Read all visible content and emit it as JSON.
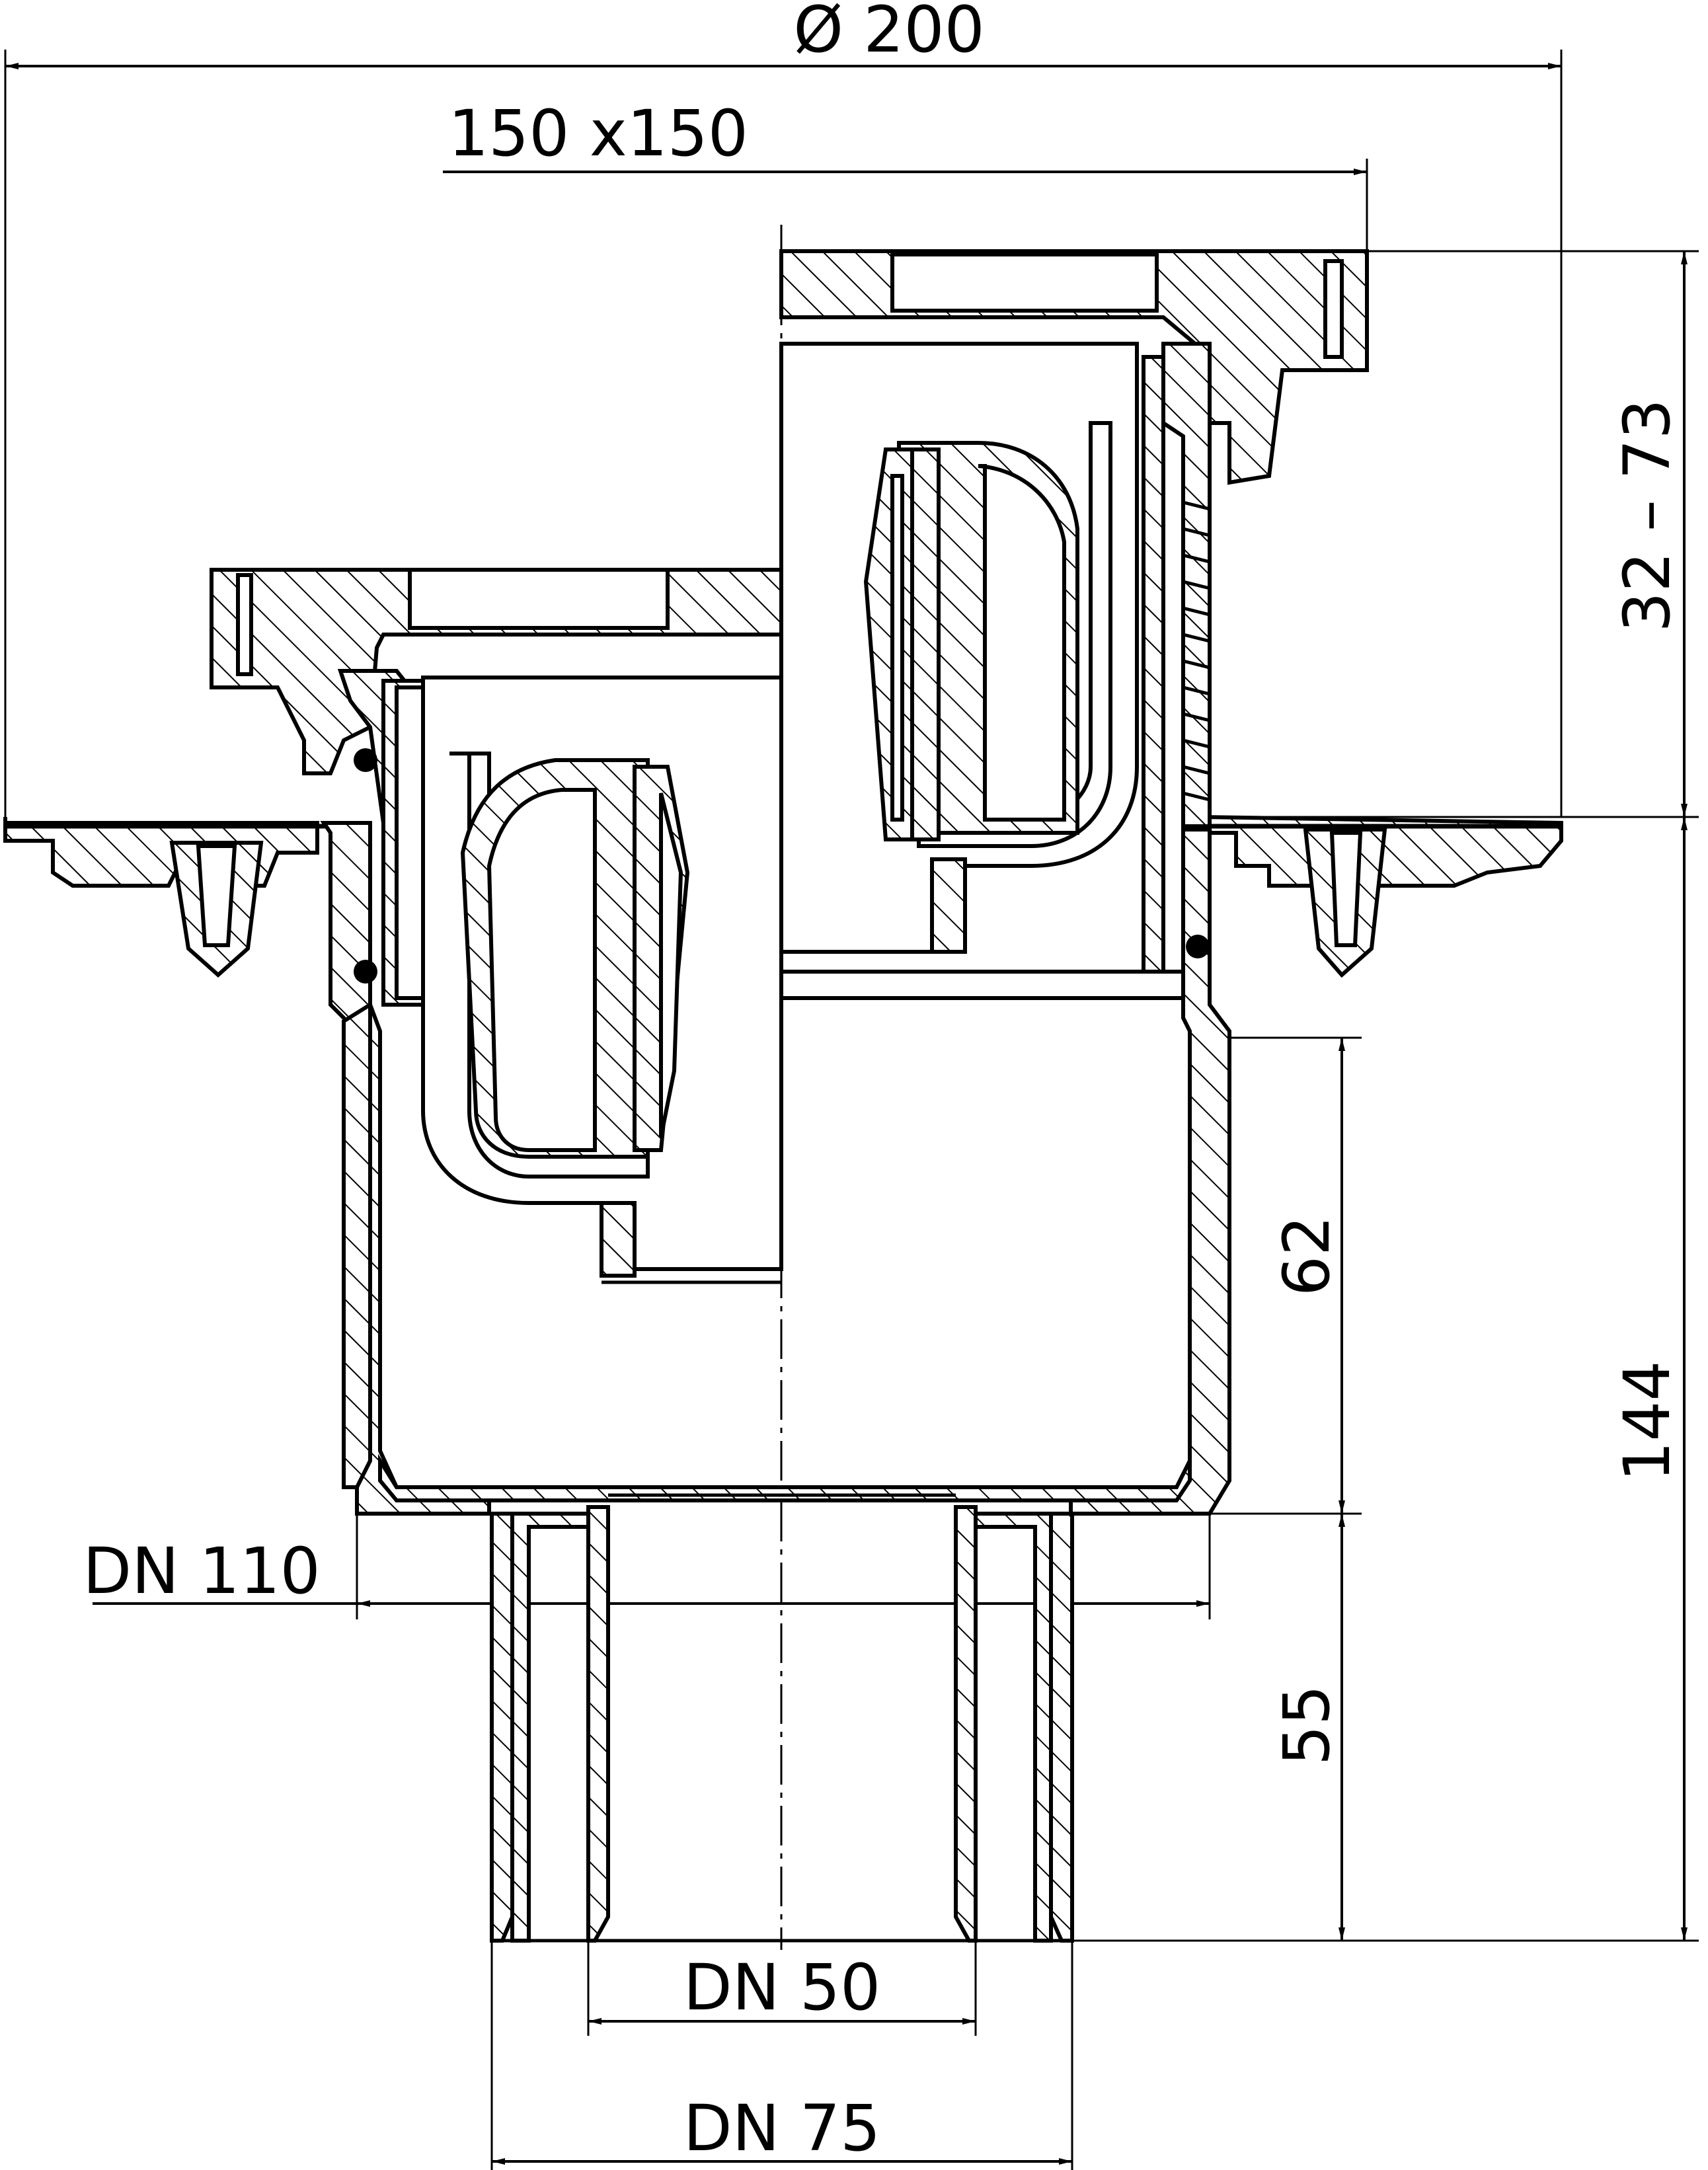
{
  "drawing": {
    "dimensions": {
      "diameter_top": "Ø 200",
      "grate_size": "150 x150",
      "height_adjust": "32 – 73",
      "total_height": "144",
      "trap_depth": "62",
      "outlet_length": "55",
      "dn_110": "DN 110",
      "dn_50": "DN 50",
      "dn_75": "DN 75"
    }
  }
}
